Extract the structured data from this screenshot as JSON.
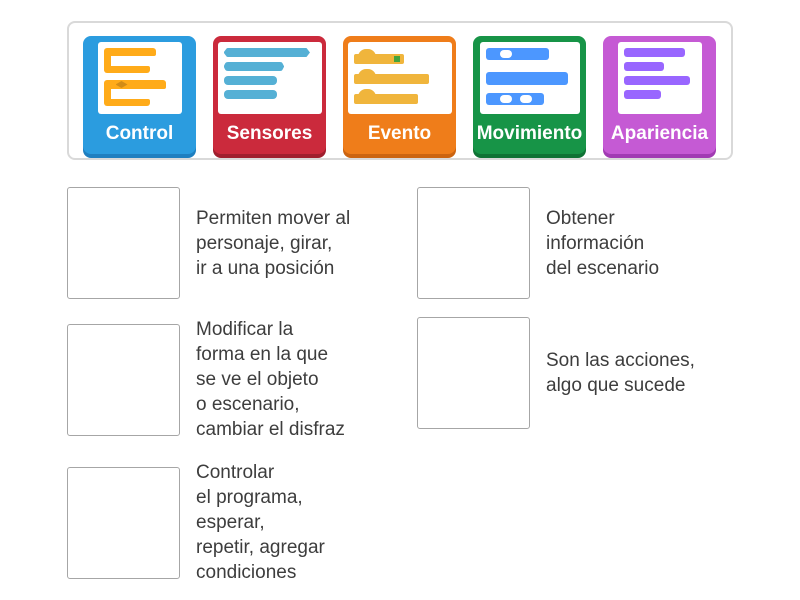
{
  "tiles_panel": {
    "tiles": [
      {
        "label": "Control",
        "color": "#2b9cdf",
        "shadow_color": "#1f7fc0",
        "blocks_color": "#ffab19",
        "image": "scratch-control-blocks-thumbnail"
      },
      {
        "label": "Sensores",
        "color": "#cb2a3c",
        "shadow_color": "#a01f2e",
        "blocks_color": "#55b0d5",
        "image": "scratch-sensing-blocks-thumbnail"
      },
      {
        "label": "Evento",
        "color": "#ef7d1a",
        "shadow_color": "#cc6410",
        "blocks_color": "#f0b53c",
        "image": "scratch-event-blocks-thumbnail"
      },
      {
        "label": "Movimiento",
        "color": "#179447",
        "shadow_color": "#0f7335",
        "blocks_color": "#4c97ff",
        "image": "scratch-motion-blocks-thumbnail"
      },
      {
        "label": "Apariencia",
        "color": "#c55ad4",
        "shadow_color": "#a13bb3",
        "blocks_color": "#9966ff",
        "image": "scratch-looks-blocks-thumbnail"
      }
    ]
  },
  "matches": {
    "left": [
      "Permiten mover al\npersonaje, girar,\nir a una posición",
      "Modificar la\nforma en la que\nse ve el objeto\no escenario,\ncambiar el disfraz",
      "Controlar\nel programa,\nesperar,\nrepetir, agregar\ncondiciones"
    ],
    "right": [
      "Obtener\ninformación\ndel escenario",
      "Son las acciones,\nalgo que sucede"
    ]
  }
}
